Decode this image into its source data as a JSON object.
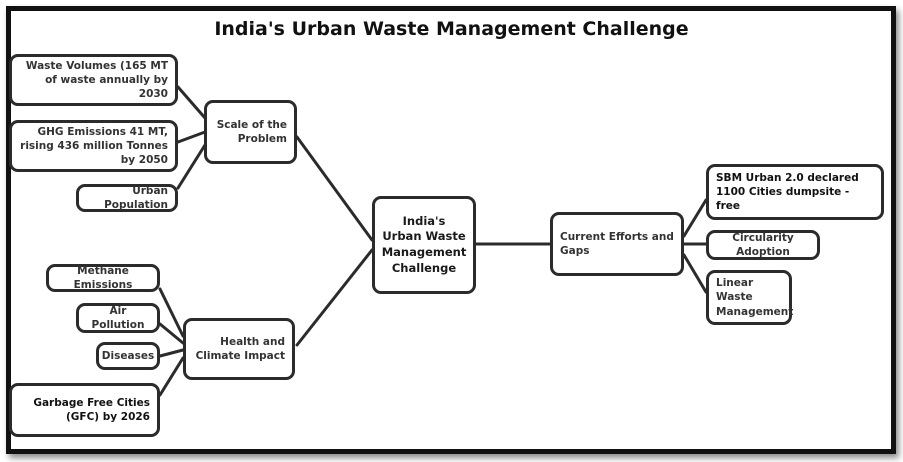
{
  "title": "India's Urban Waste Management Challenge",
  "nodes": {
    "center": "India's Urban Waste Management Challenge",
    "scale": "Scale of the Problem",
    "waste_volumes": "Waste Volumes (165 MT of waste annually by 2030",
    "ghg": "GHG Emissions 41 MT, rising 436 million Tonnes by 2050",
    "urban_pop": "Urban Population",
    "health": "Health and Climate Impact",
    "methane": "Methane Emissions",
    "air": "Air Pollution",
    "diseases": "Diseases",
    "gfc": "Garbage Free Cities (GFC) by 2026",
    "efforts": "Current Efforts and Gaps",
    "sbm": "SBM Urban 2.0 declared 1100 Cities dumpsite - free",
    "circularity": "Circularity Adoption",
    "linear": "Linear Waste Management"
  },
  "colors": {
    "border": "#2b2b2b",
    "frame": "#111111",
    "text": "#333333"
  }
}
